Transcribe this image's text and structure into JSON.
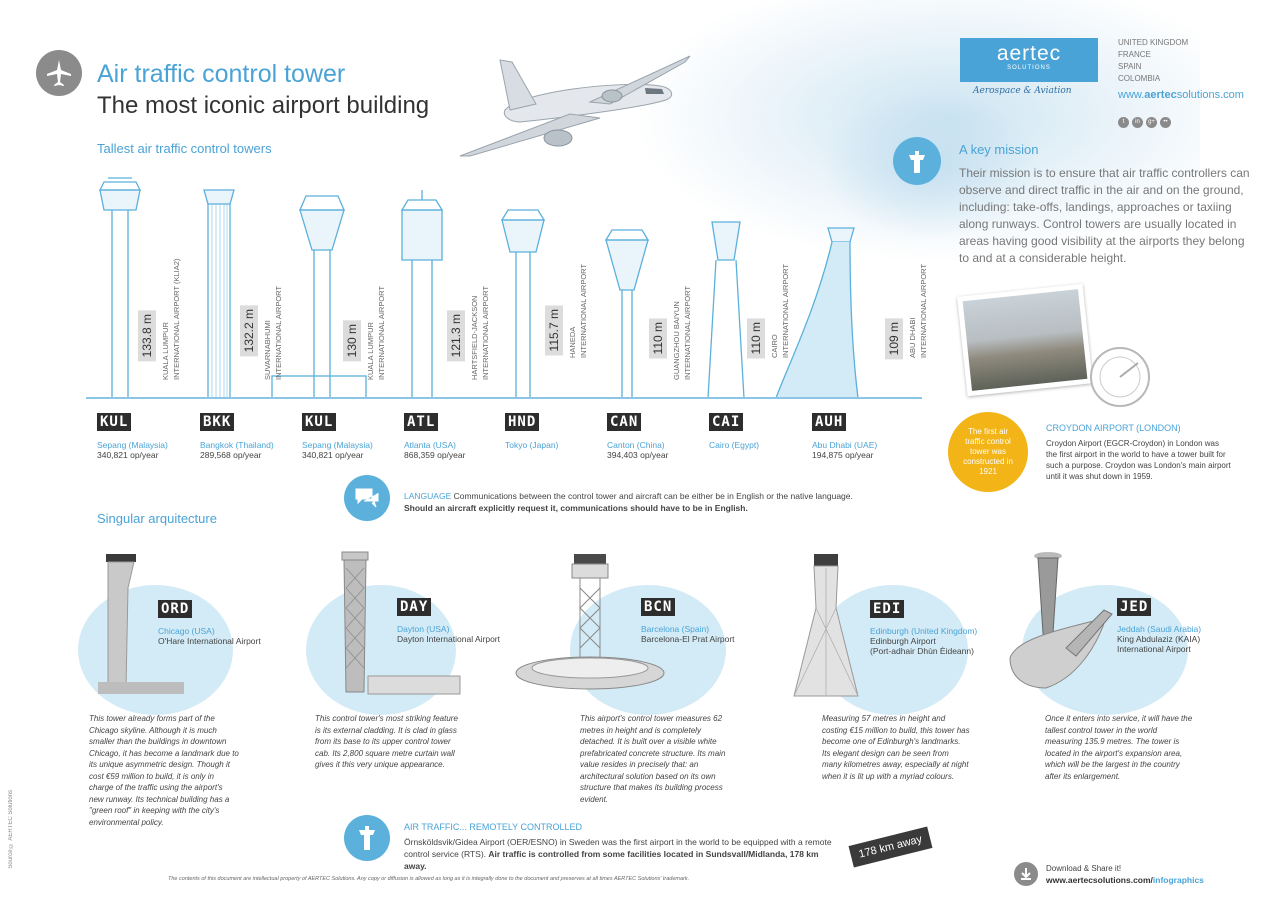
{
  "header": {
    "title": "Air traffic control tower",
    "subtitle": "The most iconic airport building"
  },
  "brand": {
    "logo": "aertec",
    "logo_sub": "SOLUTIONS",
    "tagline": "Aerospace & Aviation",
    "countries": [
      "UNITED KINGDOM",
      "FRANCE",
      "SPAIN",
      "COLOMBIA"
    ],
    "website_prefix": "www.",
    "website_brand": "aertec",
    "website_suffix": "solutions.com",
    "social_icons": [
      "twitter-icon",
      "linkedin-icon",
      "googleplus-icon",
      "flickr-icon"
    ]
  },
  "tallest": {
    "title": "Tallest air traffic control towers",
    "towers": [
      {
        "code": "KUL",
        "height": "133.8 m",
        "airport_lines": [
          "KUALA LUMPUR",
          "INTERNATIONAL AIRPORT (KLIA2)"
        ],
        "city": "Sepang (Malaysia)",
        "ops": "340,821 op/year"
      },
      {
        "code": "BKK",
        "height": "132.2 m",
        "airport_lines": [
          "SUVARNABHUMI",
          "INTERNATIONAL AIRPORT"
        ],
        "city": "Bangkok (Thailand)",
        "ops": "289,568 op/year"
      },
      {
        "code": "KUL",
        "height": "130 m",
        "airport_lines": [
          "KUALA LUMPUR",
          "INTERNATIONAL AIRPORT"
        ],
        "city": "Sepang (Malaysia)",
        "ops": "340,821 op/year"
      },
      {
        "code": "ATL",
        "height": "121.3 m",
        "airport_lines": [
          "HARTSFIELD-JACKSON",
          "INTERNATIONAL AIRPORT"
        ],
        "city": "Atlanta (USA)",
        "ops": "868,359 op/year"
      },
      {
        "code": "HND",
        "height": "115.7 m",
        "airport_lines": [
          "HANEDA",
          "INTERNATIONAL AIRPORT"
        ],
        "city": "Tokyo (Japan)",
        "ops": ""
      },
      {
        "code": "CAN",
        "height": "110 m",
        "airport_lines": [
          "GUANGZHOU BAIYUN",
          "INTERNATIONAL AIRPORT"
        ],
        "city": "Canton (China)",
        "ops": "394,403 op/year"
      },
      {
        "code": "CAI",
        "height": "110 m",
        "airport_lines": [
          "CAIRO",
          "INTERNATIONAL AIRPORT"
        ],
        "city": "Cairo (Egypt)",
        "ops": ""
      },
      {
        "code": "AUH",
        "height": "109 m",
        "airport_lines": [
          "ABU DHABI",
          "INTERNATIONAL AIRPORT"
        ],
        "city": "Abu Dhabi (UAE)",
        "ops": "194,875 op/year"
      }
    ]
  },
  "mission": {
    "title": "A key mission",
    "text": "Their mission is to ensure that air traffic controllers can observe and direct traffic in the air and on the ground, including: take-offs, landings, approaches or taxiing along runways. Control towers are usually located in areas having good visibility at the airports they belong to and at a considerable height."
  },
  "croydon": {
    "badge": "The first air traffic control tower was constructed in 1921",
    "title": "CROYDON AIRPORT (LONDON)",
    "text": "Croydon Airport (EGCR-Croydon) in London was the first airport in the world to have a tower built for such a purpose. Croydon was London's main airport until it was shut down in 1959."
  },
  "language": {
    "label": "LANGUAGE",
    "text": " Communications between the control tower and aircraft can be either be in English or the native language.",
    "bold": "Should an aircraft explicitly request it, communications should have to be in English."
  },
  "singular": {
    "title": "Singular arquitecture",
    "items": [
      {
        "code": "ORD",
        "city": "Chicago (USA)",
        "airport": "O'Hare International Airport",
        "text": "This tower already forms part of the Chicago skyline. Although it is much smaller than the buildings in downtown Chicago, it has become a landmark due to its unique asymmetric design. Though it cost €59 million to build, it is only in charge of the traffic using the airport's new runway. Its technical building has a \"green roof\" in keeping with the city's environmental policy."
      },
      {
        "code": "DAY",
        "city": "Dayton (USA)",
        "airport": "Dayton International Airport",
        "text": "This control tower's most striking feature is its external cladding. It is clad in glass from its base to its upper control tower cab. Its 2,800 square metre curtain wall gives it this very unique appearance."
      },
      {
        "code": "BCN",
        "city": "Barcelona (Spain)",
        "airport": "Barcelona-El Prat Airport",
        "text": "This airport's control tower measures 62 metres in height and is completely detached. It is built over a visible white prefabricated concrete structure. Its main value resides in precisely that: an architectural solution based on its own structure that makes its building process evident."
      },
      {
        "code": "EDI",
        "city": "Edinburgh (United Kingdom)",
        "airport": "Edinburgh Airport",
        "airport2": "(Port-adhair Dhùn Èideann)",
        "text": "Measuring 57 metres in height and costing €15 million to build, this tower has become one of Edinburgh's landmarks. Its elegant design can be seen from many kilometres away, especially at night when it is lit up with a myriad colours."
      },
      {
        "code": "JED",
        "city": "Jeddah (Saudi Arabia)",
        "airport": "King Abdulaziz (KAIA)",
        "airport2": "International Airport",
        "text": "Once it enters into service, it will have the tallest control tower in the world measuring 135.9 metres. The tower is located in the airport's expansion area, which will be the largest in the country after its enlargement."
      }
    ]
  },
  "remote": {
    "title": "AIR TRAFFIC... REMOTELY CONTROLLED",
    "text": "Örnsköldsvik/Gidea Airport (OER/ESNO) in Sweden was the first airport in the world to be equipped with a remote control service (RTS). ",
    "bold": "Air traffic is controlled from some facilities located in Sundsvall/Midlanda, 178 km away.",
    "badge": "178 km away"
  },
  "footer": {
    "legal": "The contents of this document are intellectual property of AERTEC Solutions. Any copy or diffusion is allowed as long as it is integrally done to the document and preserves at all times AERTEC Solutions' trademark.",
    "source": "Source © AERTEC Solutions",
    "download": "Download & Share it!",
    "url_prefix": "www.aertecsolutions.com/",
    "url_suffix": "infographics"
  },
  "colors": {
    "accent": "#4aa3d6",
    "badge_yellow": "#f2b416",
    "dark": "#2d2d2d"
  }
}
